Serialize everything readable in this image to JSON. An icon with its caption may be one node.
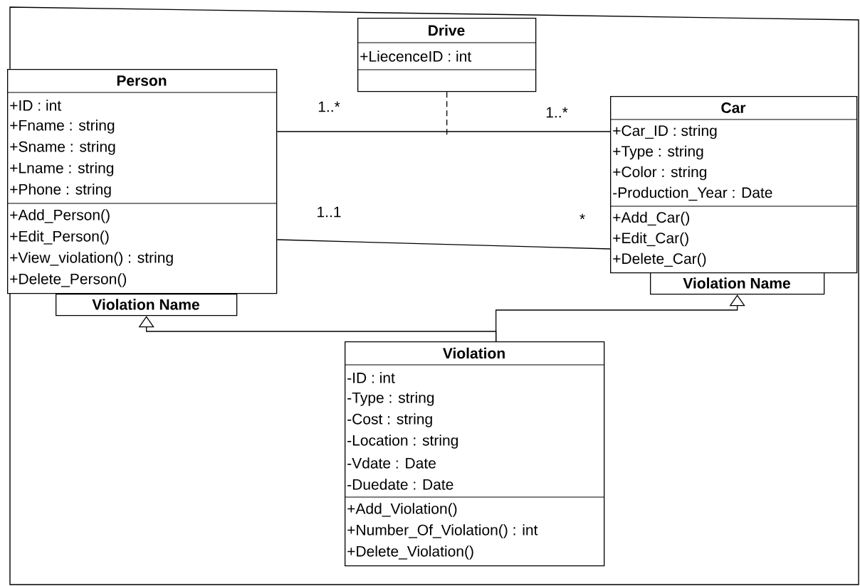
{
  "diagram": {
    "nodes": [
      {
        "text": [
          "Person",
          "+ID : int",
          "+Fname : string",
          "+Sname : string",
          "+Lname : string",
          "+Phone : string",
          "+Add_Person()",
          "+Edit_Person()",
          "+View_violation() : string",
          "+Delete_Person()"
        ]
      },
      {
        "text": [
          "Violation Name"
        ]
      },
      {
        "text": [
          "Drive",
          "+LiecenceID : int"
        ]
      },
      {
        "text": [
          "Car",
          "+Car_ID : string",
          "+Type : string",
          "+Color : string",
          "-Production_Year : Date",
          "+Add_Car()",
          "+Edit_Car()",
          "+Delete_Car()"
        ]
      },
      {
        "text": [
          "Violation Name"
        ]
      },
      {
        "text": [
          "Violation",
          "-ID : int",
          "-Type : string",
          "-Cost : string",
          "-Location : string",
          "-Vdate : Date",
          "-Duedate : Date",
          "+Add_Violation()",
          "+Number_Of_Violation() : int",
          "+Delete_Violation()"
        ]
      }
    ],
    "edges": [
      {
        "from": 0,
        "to": 3,
        "arrow": "none"
      },
      {
        "from": 2,
        "to": null,
        "arrow": "none",
        "style": "dashed"
      },
      {
        "from": 0,
        "to": 3,
        "arrow": "none"
      },
      {
        "from": 5,
        "to": 1,
        "arrow": "to"
      },
      {
        "from": 5,
        "to": 4,
        "arrow": "to"
      }
    ],
    "labels": [
      "1..*",
      "1..*",
      "1..1",
      "*"
    ]
  }
}
